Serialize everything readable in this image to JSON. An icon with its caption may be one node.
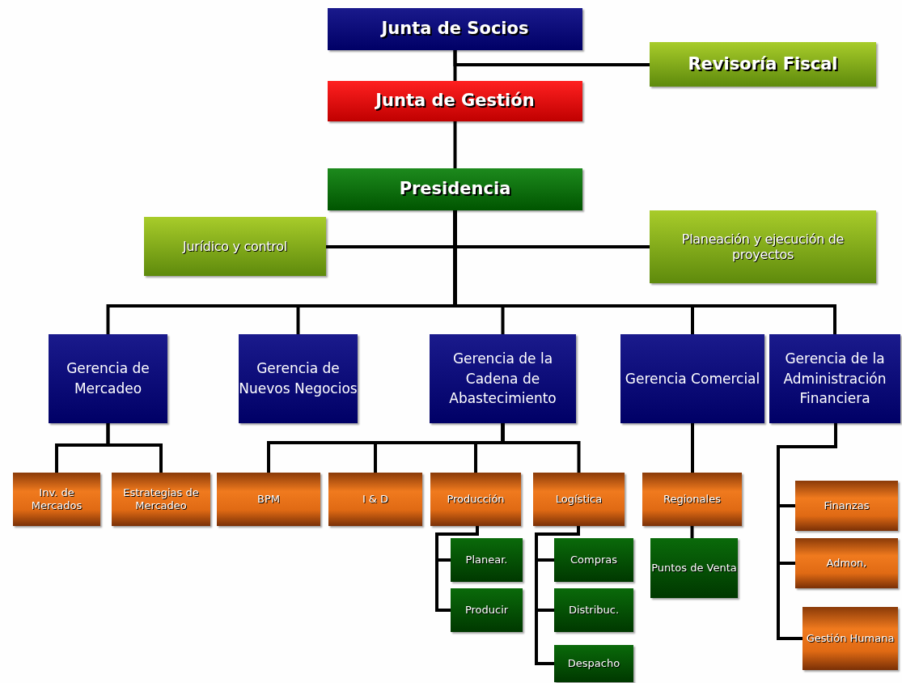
{
  "diagram": {
    "nodes": [
      {
        "text": [
          "Junta de Socios"
        ]
      },
      {
        "text": [
          "Revisoría Fiscal"
        ]
      },
      {
        "text": [
          "Junta de Gestión"
        ]
      },
      {
        "text": [
          "Presidencia"
        ]
      },
      {
        "text": [
          "Jurídico y control"
        ]
      },
      {
        "text": [
          "Planeación y ejecución de proyectos"
        ]
      },
      {
        "text": [
          "Gerencia de Mercadeo"
        ]
      },
      {
        "text": [
          "Gerencia de Nuevos Negocios"
        ]
      },
      {
        "text": [
          "Gerencia de la Cadena de Abastecimiento"
        ]
      },
      {
        "text": [
          "Gerencia Comercial"
        ]
      },
      {
        "text": [
          "Gerencia de la Administración Financiera"
        ]
      },
      {
        "text": [
          "Inv. de Mercados"
        ]
      },
      {
        "text": [
          "Estrategias de Mercadeo"
        ]
      },
      {
        "text": [
          "BPM"
        ]
      },
      {
        "text": [
          "I & D"
        ]
      },
      {
        "text": [
          "Producción"
        ]
      },
      {
        "text": [
          "Logística"
        ]
      },
      {
        "text": [
          "Regionales"
        ]
      },
      {
        "text": [
          "Finanzas"
        ]
      },
      {
        "text": [
          "Admon,"
        ]
      },
      {
        "text": [
          "Gestión Humana"
        ]
      },
      {
        "text": [
          "Planear."
        ]
      },
      {
        "text": [
          "Producir"
        ]
      },
      {
        "text": [
          "Compras"
        ]
      },
      {
        "text": [
          "Distribuc."
        ]
      },
      {
        "text": [
          "Despacho"
        ]
      },
      {
        "text": [
          "Puntos de Venta"
        ]
      }
    ],
    "edges": [
      {
        "from": 0,
        "to": 2,
        "arrow": "none"
      },
      {
        "from": 0,
        "to": 1,
        "arrow": "none"
      },
      {
        "from": 2,
        "to": 3,
        "arrow": "none"
      },
      {
        "from": 3,
        "to": 4,
        "arrow": "none"
      },
      {
        "from": 3,
        "to": 5,
        "arrow": "none"
      },
      {
        "from": 3,
        "to": 6,
        "arrow": "none"
      },
      {
        "from": 3,
        "to": 7,
        "arrow": "none"
      },
      {
        "from": 3,
        "to": 8,
        "arrow": "none"
      },
      {
        "from": 3,
        "to": 9,
        "arrow": "none"
      },
      {
        "from": 3,
        "to": 10,
        "arrow": "none"
      },
      {
        "from": 6,
        "to": 11,
        "arrow": "none"
      },
      {
        "from": 6,
        "to": 12,
        "arrow": "none"
      },
      {
        "from": 8,
        "to": 13,
        "arrow": "none"
      },
      {
        "from": 8,
        "to": 14,
        "arrow": "none"
      },
      {
        "from": 8,
        "to": 15,
        "arrow": "none"
      },
      {
        "from": 8,
        "to": 16,
        "arrow": "none"
      },
      {
        "from": 9,
        "to": 17,
        "arrow": "none"
      },
      {
        "from": 10,
        "to": 18,
        "arrow": "none"
      },
      {
        "from": 10,
        "to": 19,
        "arrow": "none"
      },
      {
        "from": 10,
        "to": 20,
        "arrow": "none"
      },
      {
        "from": 15,
        "to": 21,
        "arrow": "none"
      },
      {
        "from": 15,
        "to": 22,
        "arrow": "none"
      },
      {
        "from": 16,
        "to": 23,
        "arrow": "none"
      },
      {
        "from": 16,
        "to": 24,
        "arrow": "none"
      },
      {
        "from": 16,
        "to": 25,
        "arrow": "none"
      },
      {
        "from": 17,
        "to": 26,
        "arrow": "none"
      }
    ]
  }
}
